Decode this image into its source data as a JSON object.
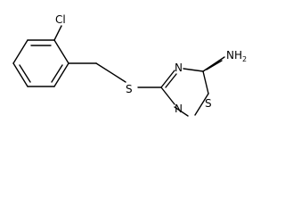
{
  "molecule": {
    "atoms": {
      "chlorine": "Cl",
      "sulfur_linker": "S",
      "ring_nitrogen_top": "N",
      "ring_nitrogen_bottom": "N",
      "ring_sulfur": "S",
      "amine": "NH",
      "amine_subscript": "2"
    },
    "colors": {
      "bond": "#000000",
      "label": "#000000",
      "background": "#ffffff"
    }
  }
}
